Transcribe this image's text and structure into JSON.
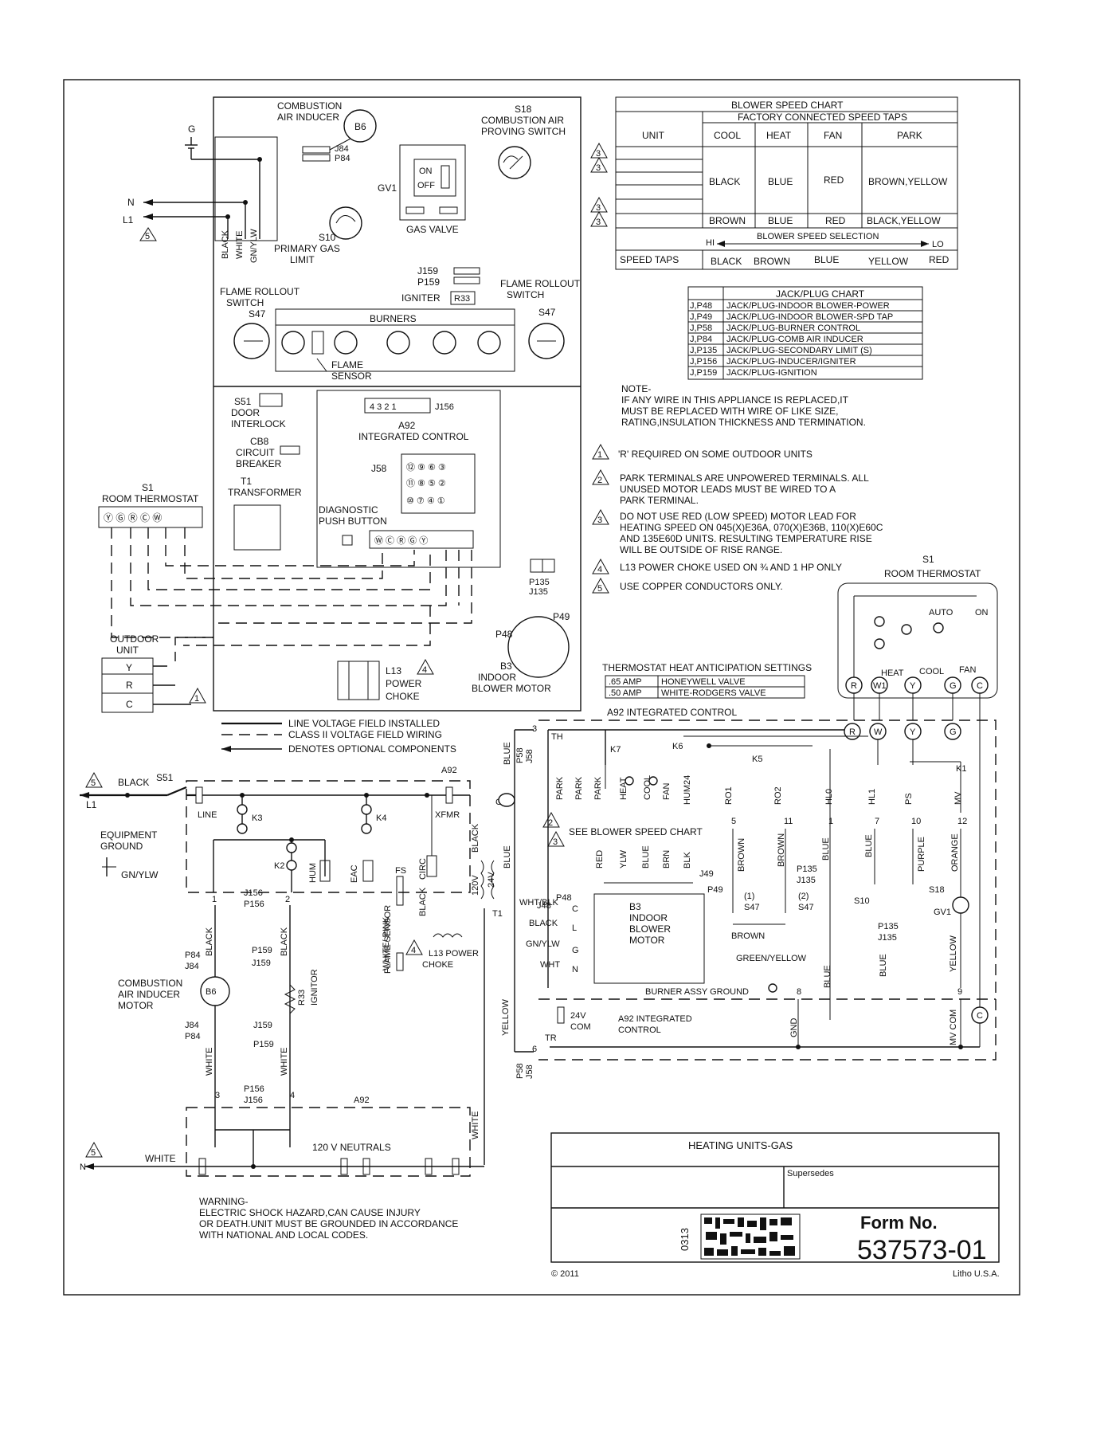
{
  "components": {
    "ground": "G",
    "n_label": "N",
    "l1_label": "L1",
    "wire_black": "BLACK",
    "wire_white": "WHITE",
    "wire_gnylw": "GN/YLW",
    "b6_top_line1": "COMBUSTION",
    "b6_top_line2": "AIR INDUCER",
    "b6": "B6",
    "j84": "J84",
    "p84": "P84",
    "s18_line1": "S18",
    "s18_line2": "COMBUSTION AIR",
    "s18_line3": "PROVING SWITCH",
    "gv1": "GV1",
    "on": "ON",
    "off": "OFF",
    "gas_valve": "GAS VALVE",
    "s10_line1": "S10",
    "s10_line2": "PRIMARY GAS",
    "s10_line3": "LIMIT",
    "j159": "J159",
    "p159": "P159",
    "igniter": "IGNITER",
    "r33": "R33",
    "flame_rollout_l1": "FLAME ROLLOUT",
    "flame_rollout_l2": "SWITCH",
    "s47": "S47",
    "burners": "BURNERS",
    "flame_sensor_l1": "FLAME",
    "flame_sensor_l2": "SENSOR",
    "s51_l1": "S51",
    "s51_l2": "DOOR",
    "s51_l3": "INTERLOCK",
    "cb8_l1": "CB8",
    "cb8_l2": "CIRCUIT",
    "cb8_l3": "BREAKER",
    "t1_l1": "T1",
    "t1_l2": "TRANSFORMER",
    "a92_l1": "A92",
    "a92_l2": "INTEGRATED CONTROL",
    "j156": "J156",
    "j58": "J58",
    "diag_l1": "DIAGNOSTIC",
    "diag_l2": "PUSH BUTTON",
    "s1_l1": "S1",
    "s1_l2": "ROOM THERMOSTAT",
    "p135": "P135",
    "j135": "J135",
    "p48": "P48",
    "p49": "P49",
    "b3_l1": "B3",
    "b3_l2": "INDOOR",
    "b3_l3": "BLOWER MOTOR",
    "l13_l1": "L13",
    "l13_l2": "POWER",
    "l13_l3": "CHOKE",
    "outdoor_l1": "OUTDOOR",
    "outdoor_l2": "UNIT"
  },
  "blower_chart": {
    "title": "BLOWER SPEED CHART",
    "factory": "FACTORY CONNECTED SPEED TAPS",
    "unit": "UNIT",
    "cool": "COOL",
    "heat": "HEAT",
    "fan": "FAN",
    "park": "PARK",
    "row1": [
      "BLACK",
      "BLUE",
      "RED",
      "BROWN,YELLOW"
    ],
    "row2": [
      "BROWN",
      "BLUE",
      "RED",
      "BLACK,YELLOW"
    ],
    "selection": "BLOWER SPEED SELECTION",
    "hi": "HI",
    "lo": "LO",
    "speed_taps": "SPEED TAPS",
    "taps": [
      "BLACK",
      "BROWN",
      "BLUE",
      "YELLOW",
      "RED"
    ]
  },
  "jack_chart": {
    "title": "JACK/PLUG CHART",
    "rows": [
      [
        "J,P48",
        "JACK/PLUG-INDOOR BLOWER-POWER"
      ],
      [
        "J,P49",
        "JACK/PLUG-INDOOR BLOWER-SPD TAP"
      ],
      [
        "J,P58",
        "JACK/PLUG-BURNER CONTROL"
      ],
      [
        "J,P84",
        "JACK/PLUG-COMB AIR INDUCER"
      ],
      [
        "J,P135",
        "JACK/PLUG-SECONDARY LIMIT (S)"
      ],
      [
        "J,P156",
        "JACK/PLUG-INDUCER/IGNITER"
      ],
      [
        "J,P159",
        "JACK/PLUG-IGNITION"
      ]
    ]
  },
  "notes": {
    "note_l1": "NOTE-",
    "note_l2": "IF ANY WIRE IN THIS APPLIANCE IS REPLACED,IT",
    "note_l3": "MUST BE REPLACED WITH WIRE OF LIKE SIZE,",
    "note_l4": "RATING,INSULATION THICKNESS AND TERMINATION.",
    "n1": "'R' REQUIRED ON SOME OUTDOOR UNITS",
    "n2_l1": "PARK TERMINALS ARE UNPOWERED TERMINALS. ALL",
    "n2_l2": "UNUSED MOTOR LEADS MUST BE WIRED TO A",
    "n2_l3": "PARK TERMINAL.",
    "n3_l1": "DO NOT USE RED (LOW SPEED) MOTOR LEAD FOR",
    "n3_l2": "HEATING SPEED ON 045(X)E36A, 070(X)E36B, 110(X)E60C",
    "n3_l3": "AND 135E60D UNITS. RESULTING TEMPERATURE RISE",
    "n3_l4": "WILL BE OUTSIDE OF RISE RANGE.",
    "n4": "L13 POWER CHOKE USED ON ¾ AND 1 HP ONLY",
    "n5": "USE COPPER CONDUCTORS ONLY."
  },
  "thermostat_right": {
    "s1": "S1",
    "title": "ROOM THERMOSTAT",
    "auto": "AUTO",
    "on": "ON",
    "heat": "HEAT",
    "cool": "COOL",
    "fan": "FAN",
    "terminals": [
      "R",
      "W1",
      "Y",
      "G",
      "C"
    ]
  },
  "anticipation": {
    "title": "THERMOSTAT HEAT ANTICIPATION SETTINGS",
    "rows": [
      [
        ".65 AMP",
        "HONEYWELL VALVE"
      ],
      [
        ".50 AMP",
        "WHITE-RODGERS VALVE"
      ]
    ]
  },
  "legend": {
    "line": "LINE VOLTAGE FIELD INSTALLED",
    "class2": "CLASS II VOLTAGE FIELD WIRING",
    "optional": "DENOTES OPTIONAL COMPONENTS"
  },
  "schematic": {
    "a92_integrated": "A92   INTEGRATED CONTROL",
    "black": "BLACK",
    "s51": "S51",
    "l1": "L1",
    "line": "LINE",
    "k3": "K3",
    "k4": "K4",
    "k2": "K2",
    "xfmr": "XFMR",
    "a92": "A92",
    "equip_l1": "EQUIPMENT",
    "equip_l2": "GROUND",
    "gnylw": "GN/YLW",
    "hum": "HUM",
    "eac": "EAC",
    "fs": "FS",
    "circ": "CIRC",
    "j156": "J156",
    "p156": "P156",
    "p84": "P84",
    "j84": "J84",
    "p159": "P159",
    "j159": "J159",
    "r33": "R33",
    "ignitor": "IGNITOR",
    "comb_l1": "COMBUSTION",
    "comb_l2": "AIR INDUCER",
    "comb_l3": "MOTOR",
    "b6": "B6",
    "white": "WHITE",
    "white_pink": "WHITE/ PINK",
    "flame_sensor": "FLAME SENSOR",
    "l13_l1": "L13 POWER",
    "l13_l2": "CHOKE",
    "v120": "120V",
    "v24": "24V",
    "t1": "T1",
    "cb8": "CB8",
    "blue": "BLUE",
    "p58": "P58",
    "j58": "J58",
    "th": "TH",
    "tr": "TR",
    "k7": "K7",
    "k6": "K6",
    "k5": "K5",
    "k1": "K1",
    "terms": [
      "PARK",
      "PARK",
      "PARK",
      "HEAT",
      "COOL",
      "FAN",
      "HUM24"
    ],
    "see_chart": "SEE BLOWER SPEED CHART",
    "pins": [
      "RO1",
      "RO2",
      "HL0",
      "HL1",
      "PS",
      "MV"
    ],
    "pin_nums": [
      "5",
      "11",
      "1",
      "7",
      "10",
      "12"
    ],
    "j48": "J48",
    "p48": "P48",
    "j49": "J49",
    "p49": "P49",
    "taps": [
      "RED",
      "YLW",
      "BLUE",
      "BRN",
      "BLK"
    ],
    "wht_blk": "WHT/BLK",
    "wht": "WHT",
    "motor_l1": "B3",
    "motor_l2": "INDOOR",
    "motor_l3": "BLOWER",
    "motor_l4": "MOTOR",
    "pins_motor": [
      "C",
      "L",
      "G",
      "N"
    ],
    "brown": "BROWN",
    "s47_1": "(1)",
    "s47_2": "(2)",
    "s47": "S47",
    "p135": "P135",
    "j135": "J135",
    "s10": "S10",
    "s18": "S18",
    "gv1": "GV1",
    "purple": "PURPLE",
    "orange": "ORANGE",
    "yellow": "YELLOW",
    "green_yellow": "GREEN/YELLOW",
    "burner_gnd": "BURNER ASSY GROUND",
    "v24com_l1": "24V",
    "v24com_l2": "COM",
    "a92_int_l1": "A92 INTEGRATED",
    "a92_int_l2": "CONTROL",
    "gnd": "GND",
    "mv_com": "MV COM",
    "c": "C",
    "neutrals": "120 V NEUTRALS",
    "n": "N",
    "thermo_terms": [
      "R",
      "W",
      "Y",
      "G"
    ]
  },
  "warning": {
    "l1": "WARNING-",
    "l2": "ELECTRIC SHOCK HAZARD,CAN CAUSE INJURY",
    "l3": "OR DEATH.UNIT MUST BE GROUNDED IN ACCORDANCE",
    "l4": "WITH NATIONAL AND LOCAL CODES."
  },
  "title_block": {
    "title": "HEATING UNITS-GAS",
    "supersedes": "Supersedes",
    "date_code": "0313",
    "form_no": "Form No.",
    "number": "537573-01",
    "copyright": "© 2011",
    "litho": "Litho U.S.A."
  }
}
